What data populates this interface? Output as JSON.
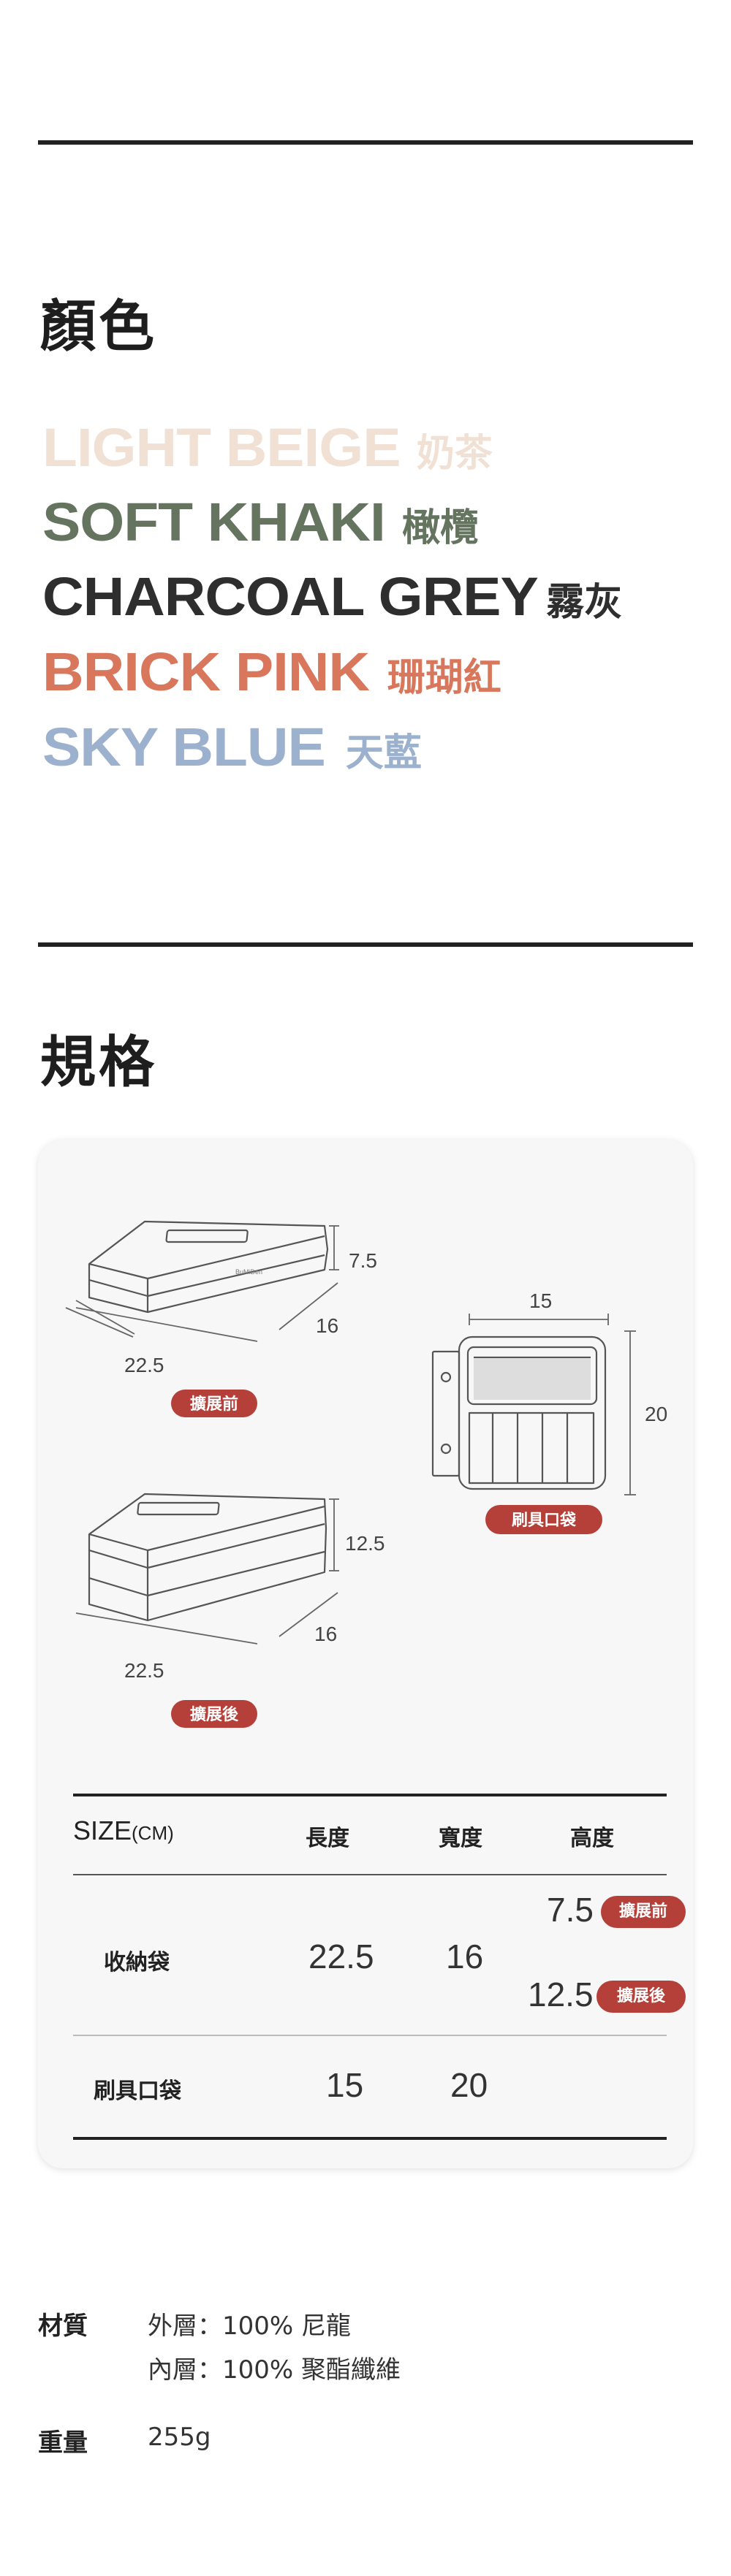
{
  "colors_section": {
    "title": "顏色",
    "items": [
      {
        "en": "LIGHT BEIGE",
        "zh": "奶茶",
        "color": "#f1e1d4"
      },
      {
        "en": "SOFT KHAKI",
        "zh": "橄欖",
        "color": "#64745f"
      },
      {
        "en": "CHARCOAL GREY",
        "zh": "霧灰",
        "color": "#2e2e2e"
      },
      {
        "en": "BRICK PINK",
        "zh": "珊瑚紅",
        "color": "#d9775c"
      },
      {
        "en": "SKY BLUE",
        "zh": "天藍",
        "color": "#9cb1ce"
      }
    ]
  },
  "spec_section": {
    "title": "規格",
    "diagram": {
      "before": {
        "height": "7.5",
        "width": "22.5",
        "depth": "16",
        "tag": "擴展前"
      },
      "after": {
        "height": "12.5",
        "width": "22.5",
        "depth": "16",
        "tag": "擴展後"
      },
      "pouch": {
        "width": "15",
        "height": "20",
        "tag": "刷具口袋"
      }
    },
    "table": {
      "header": {
        "size": "SIZE",
        "unit": "(CM)",
        "length": "長度",
        "width": "寬度",
        "height": "高度"
      },
      "rows": [
        {
          "name": "收納袋",
          "length": "22.5",
          "width": "16",
          "heights": [
            {
              "value": "7.5",
              "tag": "擴展前"
            },
            {
              "value": "12.5",
              "tag": "擴展後"
            }
          ]
        },
        {
          "name": "刷具口袋",
          "length": "15",
          "width": "20"
        }
      ]
    }
  },
  "material": {
    "label": "材質",
    "outer": "外層：100% 尼龍",
    "inner": "內層：100% 聚酯纖維"
  },
  "weight": {
    "label": "重量",
    "value": "255g"
  },
  "accent_color": "#b5403a"
}
